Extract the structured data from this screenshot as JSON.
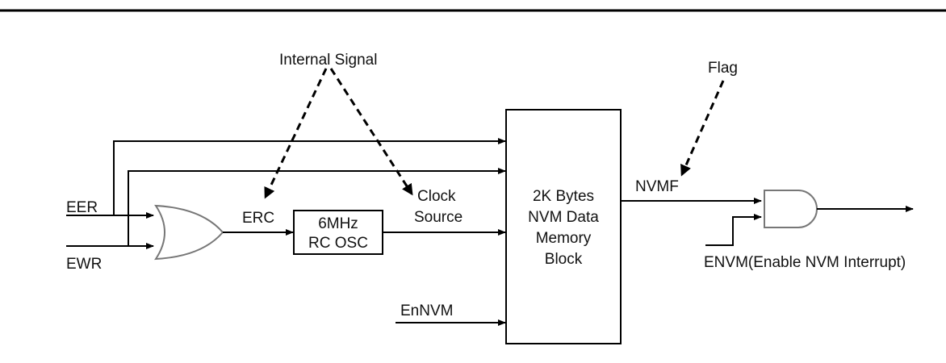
{
  "diagram": {
    "annotations": {
      "internal_signal": "Internal Signal",
      "flag": "Flag"
    },
    "signals": {
      "eer": "EER",
      "ewr": "EWR",
      "erc": "ERC",
      "clock_source_line1": "Clock",
      "clock_source_line2": "Source",
      "ennvm": "EnNVM",
      "nvmf": "NVMF",
      "envm": "ENVM(Enable NVM Interrupt)"
    },
    "oscillator": {
      "line1": "6MHz",
      "line2": "RC OSC"
    },
    "memory_block": {
      "line1": "2K Bytes",
      "line2": "NVM Data",
      "line3": "Memory",
      "line4": "Block"
    },
    "gates": {
      "input_gate": "or-gate",
      "output_gate": "and-gate"
    }
  }
}
